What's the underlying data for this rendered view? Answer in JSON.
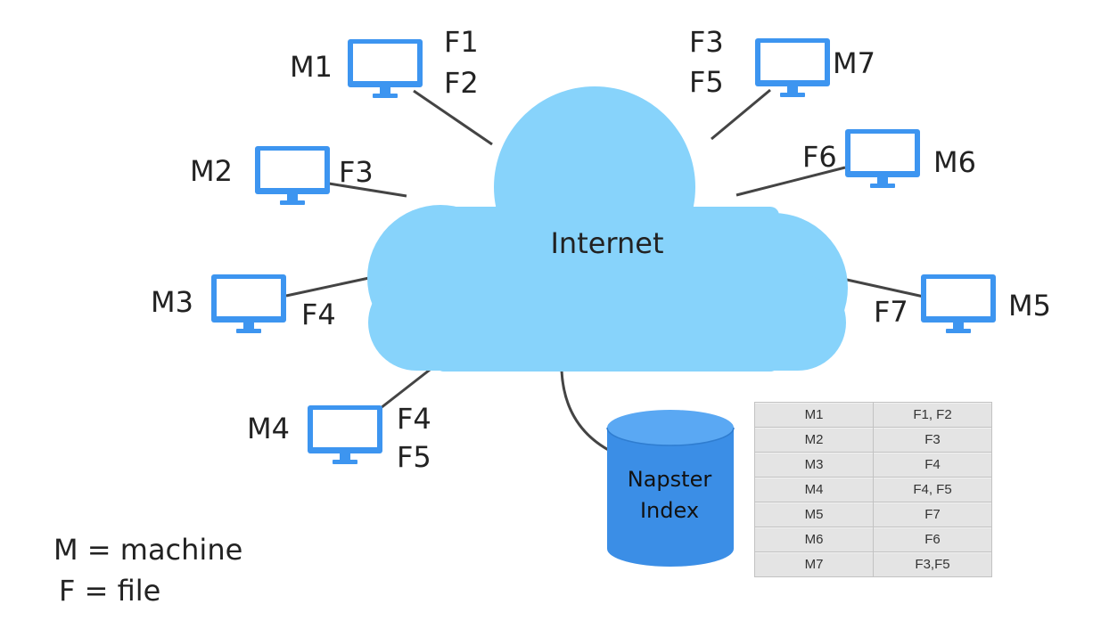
{
  "cloud": {
    "label": "Internet",
    "fill": "#87d3fb"
  },
  "colors": {
    "monitor": "#3d95f0",
    "database": "#3b8ee6",
    "database_top": "#5aa8f3",
    "line": "#444444"
  },
  "machines": [
    {
      "id": "M1",
      "name_label": "M1",
      "files": [
        "F1",
        "F2"
      ],
      "icon": "monitor-icon"
    },
    {
      "id": "M2",
      "name_label": "M2",
      "files": [
        "F3"
      ],
      "icon": "monitor-icon"
    },
    {
      "id": "M3",
      "name_label": "M3",
      "files": [
        "F4"
      ],
      "icon": "monitor-icon"
    },
    {
      "id": "M4",
      "name_label": "M4",
      "files": [
        "F4",
        "F5"
      ],
      "icon": "monitor-icon"
    },
    {
      "id": "M5",
      "name_label": "M5",
      "files": [
        "F7"
      ],
      "icon": "monitor-icon"
    },
    {
      "id": "M6",
      "name_label": "M6",
      "files": [
        "F6"
      ],
      "icon": "monitor-icon"
    },
    {
      "id": "M7",
      "name_label": "M7",
      "files": [
        "F3",
        "F5"
      ],
      "icon": "monitor-icon"
    }
  ],
  "database": {
    "line1": "Napster",
    "line2": "Index",
    "icon": "database-icon"
  },
  "index_table": [
    {
      "machine": "M1",
      "files": "F1, F2"
    },
    {
      "machine": "M2",
      "files": "F3"
    },
    {
      "machine": "M3",
      "files": "F4"
    },
    {
      "machine": "M4",
      "files": "F4, F5"
    },
    {
      "machine": "M5",
      "files": "F7"
    },
    {
      "machine": "M6",
      "files": "F6"
    },
    {
      "machine": "M7",
      "files": "F3,F5"
    }
  ],
  "legend": {
    "machine": "M = machine",
    "file": "F = file"
  }
}
